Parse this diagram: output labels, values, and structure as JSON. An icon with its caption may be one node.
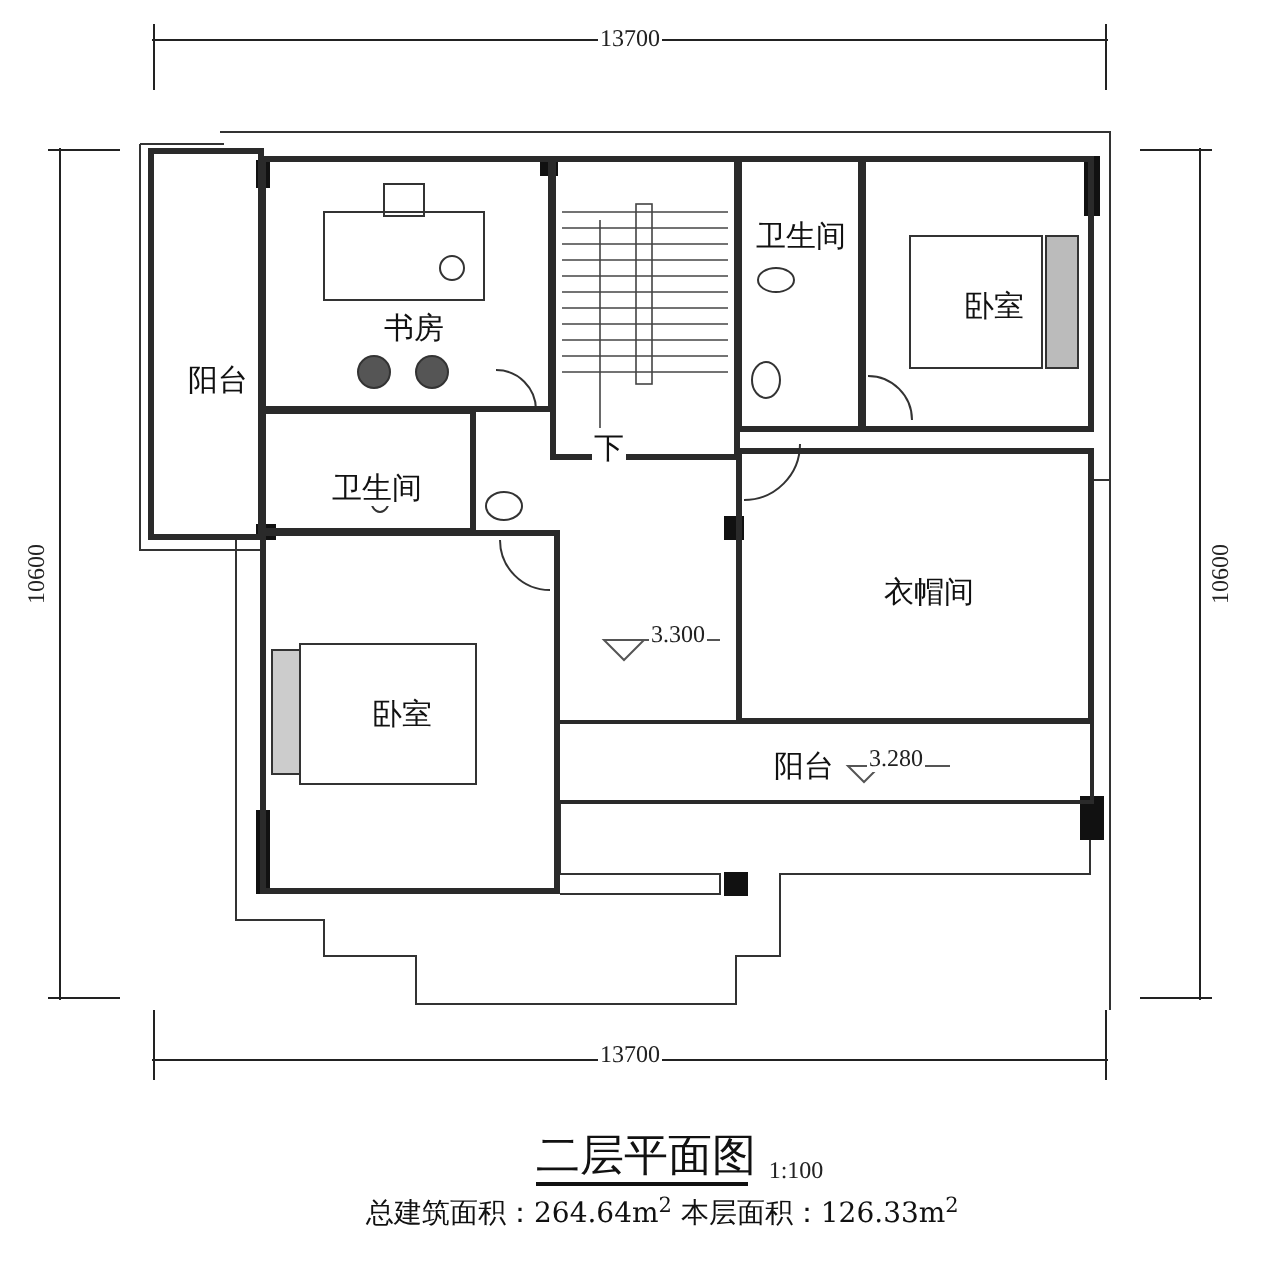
{
  "diagram": {
    "title": "二层平面图",
    "caption": "总建筑面积：264.64m$^{2}$ 本层面积：126.33m$^{2}$",
    "nodes": [
      {
        "text": [
          "阳台"
        ]
      },
      {
        "text": [
          "书房"
        ]
      },
      {
        "text": [
          "卫生间"
        ]
      },
      {
        "text": [
          "下"
        ]
      },
      {
        "text": [
          "卫生间"
        ]
      },
      {
        "text": [
          "卧室"
        ]
      },
      {
        "text": [
          "衣帽间"
        ]
      },
      {
        "text": [
          "卧室"
        ]
      },
      {
        "text": [
          "阳台"
        ]
      }
    ],
    "labels": [
      "13700",
      "10600",
      "10600",
      "3.300",
      "3.280",
      "13700",
      "1:100"
    ]
  }
}
